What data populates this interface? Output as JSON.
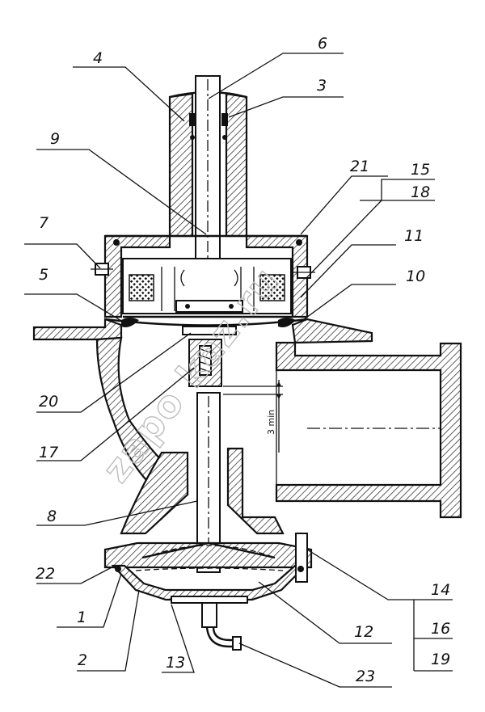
{
  "labels": {
    "l1": "1",
    "l2": "2",
    "l3": "3",
    "l4": "4",
    "l5": "5",
    "l6": "6",
    "l7": "7",
    "l8": "8",
    "l9": "9",
    "l10": "10",
    "l11": "11",
    "l12": "12",
    "l13": "13",
    "l14": "14",
    "l15": "15",
    "l16": "16",
    "l17": "17",
    "l18": "18",
    "l19": "19",
    "l20": "20",
    "l21": "21",
    "l22": "22",
    "l23": "23"
  },
  "dimension": "3 min",
  "watermark": "zapo kaz.ru"
}
